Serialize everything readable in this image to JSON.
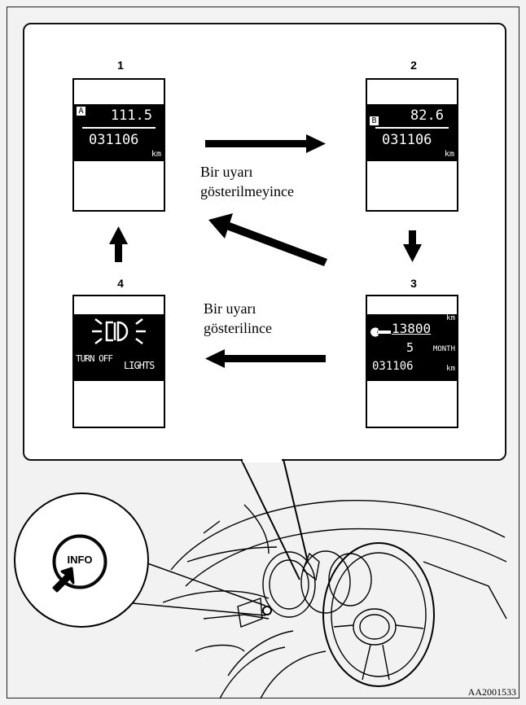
{
  "panels": {
    "p1": {
      "number": "1",
      "trip_mark": "A",
      "trip_value": "111.5",
      "odometer": "031106",
      "unit": "km"
    },
    "p2": {
      "number": "2",
      "trip_mark": "B",
      "trip_value": "82.6",
      "odometer": "031106",
      "unit": "km"
    },
    "p3": {
      "number": "3",
      "service_km": "13800",
      "service_unit": "km",
      "months_value": "5",
      "months_label": "MONTH",
      "odometer": "031106",
      "unit": "km"
    },
    "p4": {
      "number": "4",
      "warning_line1": "TURN OFF",
      "warning_line2": "LIGHTS"
    }
  },
  "captions": {
    "no_warning_line1": "Bir uyarı",
    "no_warning_line2": "gösterilmeyince",
    "warning_line1": "Bir uyarı",
    "warning_line2": "gösterilince"
  },
  "button_label": "INFO",
  "figure_code": "AA2001533",
  "icons": [
    "arrow-right-icon",
    "arrow-down-icon",
    "arrow-left-icon",
    "arrow-up-icon",
    "arrow-diagonal-icon",
    "wrench-icon",
    "headlight-icon",
    "pointer-arrow-icon"
  ]
}
